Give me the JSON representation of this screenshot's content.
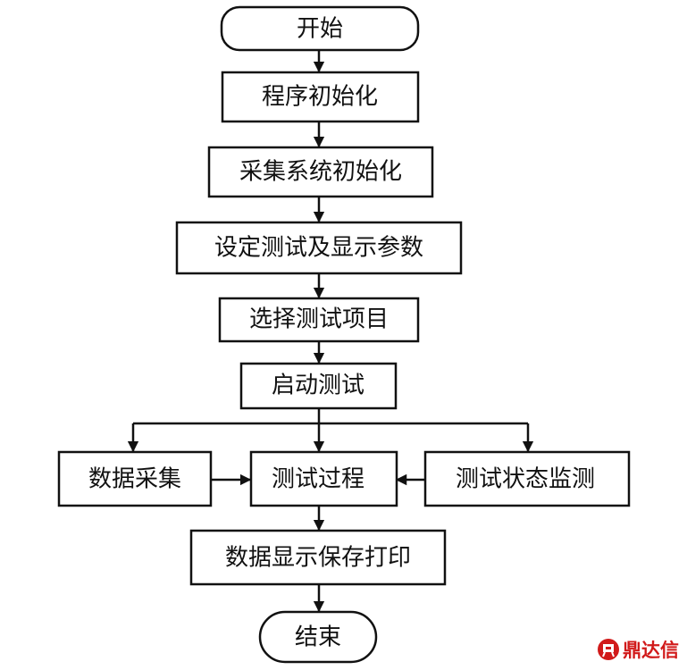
{
  "nodes": {
    "start": "开始",
    "program_init": "程序初始化",
    "acq_init": "采集系统初始化",
    "set_params": "设定测试及显示参数",
    "select_items": "选择测试项目",
    "start_test": "启动测试",
    "data_acq": "数据采集",
    "test_process": "测试过程",
    "status_monitor": "测试状态监测",
    "display_save_print": "数据显示保存打印",
    "end": "结束"
  },
  "watermark": {
    "text": "鼎达信",
    "color": "#d11a1a"
  }
}
